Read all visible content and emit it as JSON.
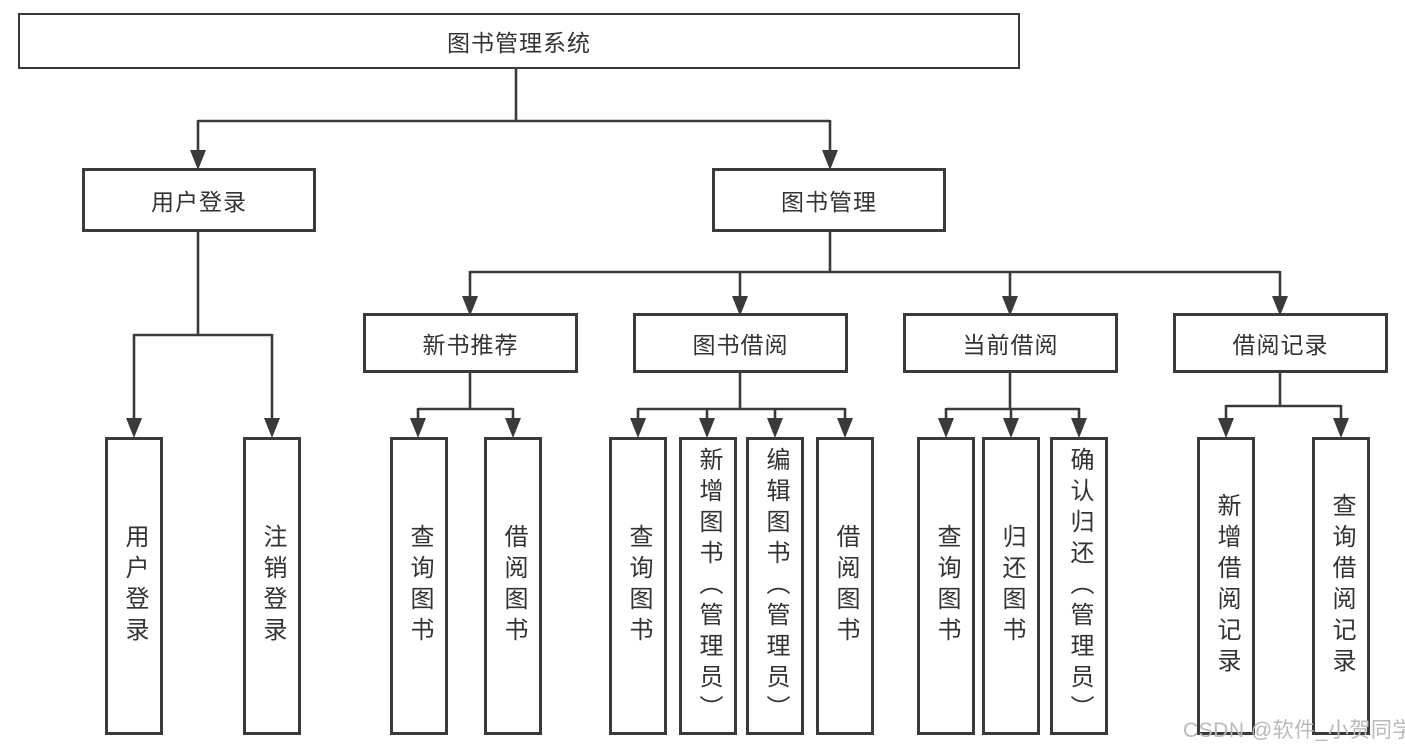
{
  "diagram": {
    "root": "图书管理系统",
    "login": {
      "label": "用户登录",
      "children": [
        "用户登录",
        "注销登录"
      ]
    },
    "management": {
      "label": "图书管理",
      "groups": [
        {
          "label": "新书推荐",
          "children": [
            "查询图书",
            "借阅图书"
          ]
        },
        {
          "label": "图书借阅",
          "children": [
            "查询图书",
            "新增图书（管理员）",
            "编辑图书（管理员）",
            "借阅图书"
          ]
        },
        {
          "label": "当前借阅",
          "children": [
            "查询图书",
            "归还图书",
            "确认归还（管理员）"
          ]
        },
        {
          "label": "借阅记录",
          "children": [
            "新增借阅记录",
            "查询借阅记录"
          ]
        }
      ]
    }
  },
  "watermark": "CSDN @软件_小贺同学",
  "colors": {
    "line": "#3a3a3a",
    "text": "#333333",
    "watermark": "#b9b9b9",
    "background": "#ffffff"
  }
}
